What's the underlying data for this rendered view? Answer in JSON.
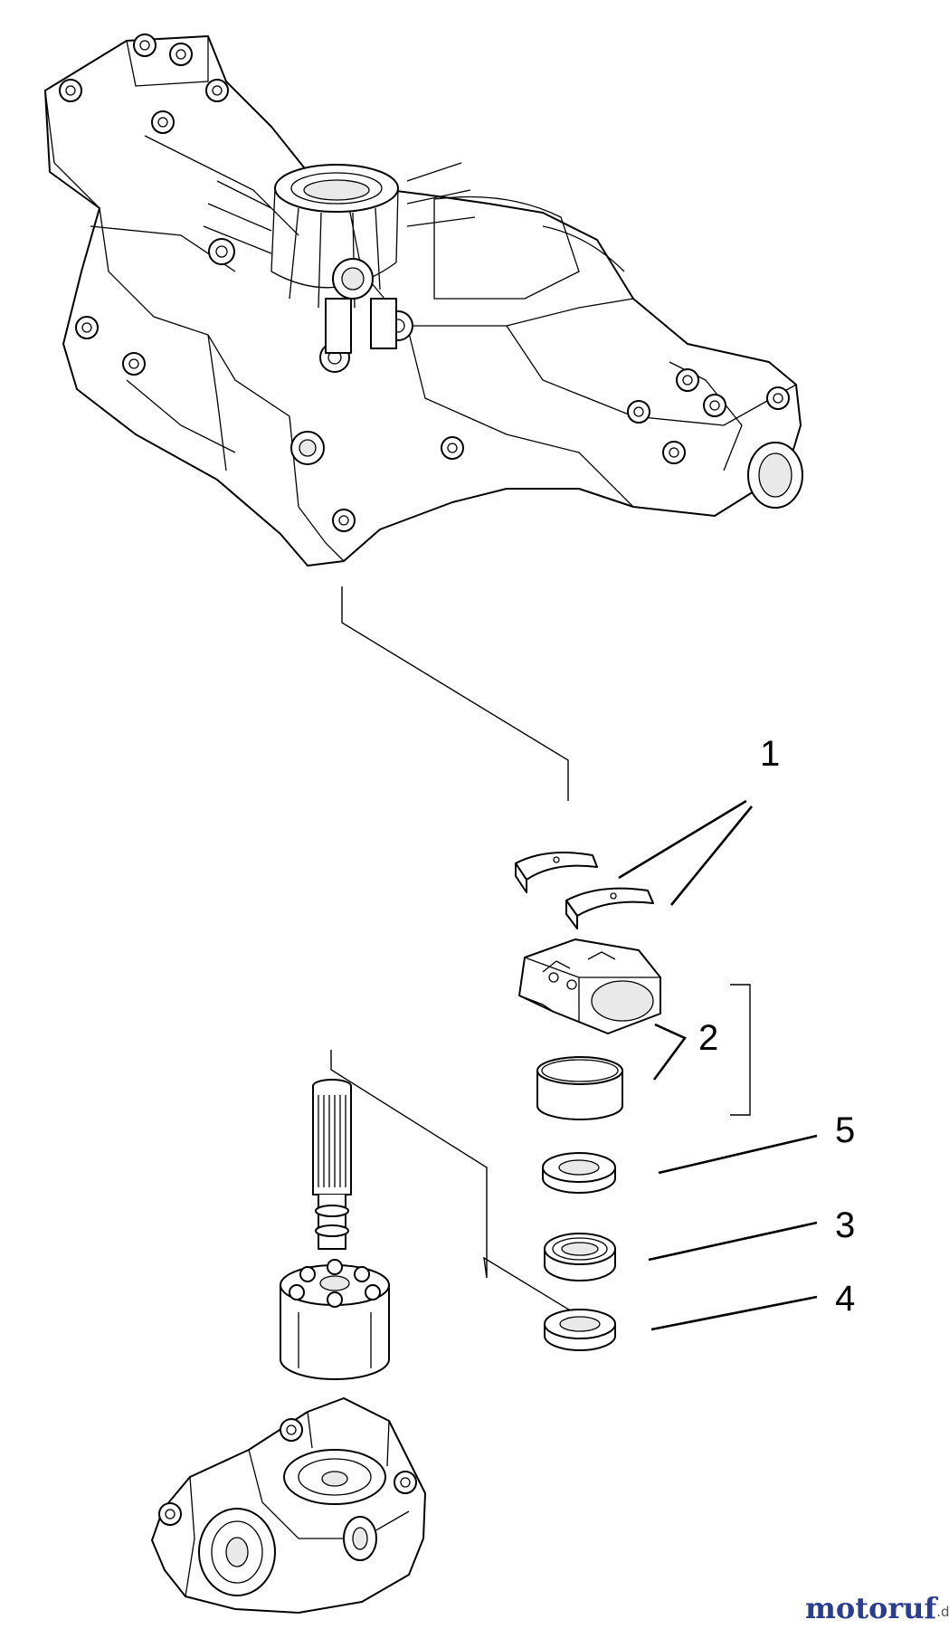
{
  "diagram": {
    "callouts": [
      {
        "id": "1",
        "label": "1"
      },
      {
        "id": "2",
        "label": "2"
      },
      {
        "id": "5",
        "label": "5"
      },
      {
        "id": "3",
        "label": "3"
      },
      {
        "id": "4",
        "label": "4"
      }
    ]
  },
  "watermark": {
    "brand_main": "motoruf",
    "brand_suffix": ".de",
    "colors": {
      "moto": "#2b3d8f",
      "ruf": "#c97a1a"
    }
  }
}
